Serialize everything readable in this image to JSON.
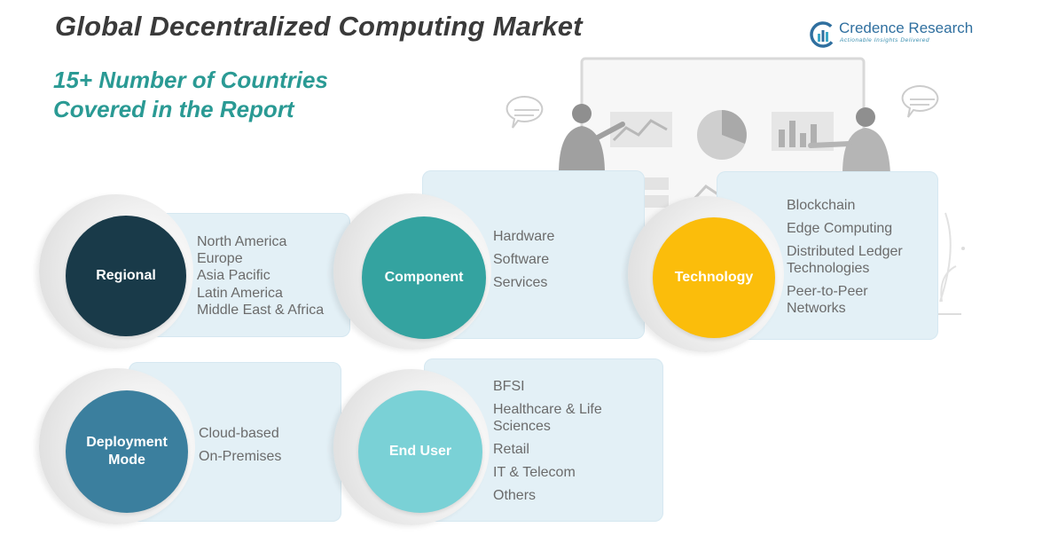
{
  "title": "Global Decentralized Computing Market",
  "subtitle_line1": "15+ Number of Countries",
  "subtitle_line2": "Covered in the Report",
  "brand": {
    "name": "Credence Research",
    "tagline": "Actionable Insights Delivered"
  },
  "colors": {
    "regional": "#193a49",
    "component": "#34a3a0",
    "technology": "#fbbd0b",
    "deployment": "#3b7f9e",
    "enduser": "#7ad1d6",
    "card": "#e3f0f6",
    "item_text": "#6b6b6b"
  },
  "segments": {
    "regional": {
      "label": "Regional",
      "items": [
        "North America",
        "Europe",
        "Asia Pacific",
        "Latin America",
        "Middle East & Africa"
      ]
    },
    "component": {
      "label": "Component",
      "items": [
        "Hardware",
        "Software",
        "Services"
      ]
    },
    "technology": {
      "label": "Technology",
      "items": [
        "Blockchain",
        "Edge Computing",
        "Distributed Ledger",
        "Technologies",
        "Peer-to-Peer",
        "Networks"
      ]
    },
    "deployment": {
      "label_line1": "Deployment",
      "label_line2": "Mode",
      "items": [
        "Cloud-based",
        "On-Premises"
      ]
    },
    "enduser": {
      "label": "End User",
      "items": [
        "BFSI",
        "Healthcare & Life",
        "Sciences",
        "Retail",
        "IT & Telecom",
        "Others"
      ]
    }
  }
}
